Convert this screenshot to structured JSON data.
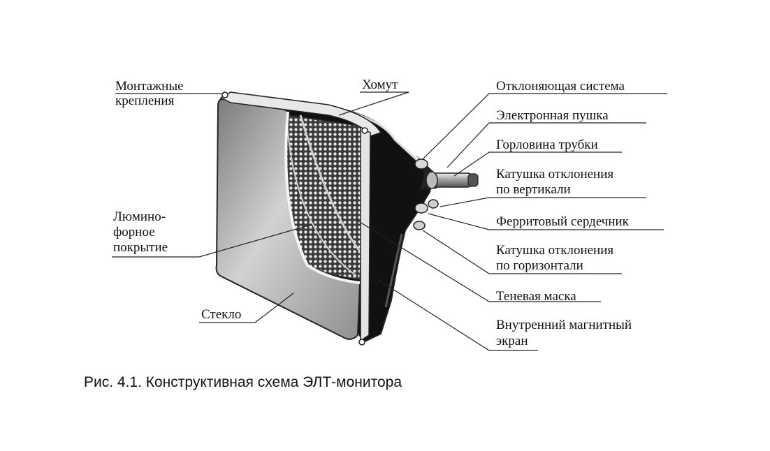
{
  "labels": {
    "mounting": [
      "Монтажные",
      "крепления"
    ],
    "clamp": "Хомут",
    "deflection_system": "Отклоняющая система",
    "electron_gun": "Электронная пушка",
    "tube_neck": "Горловина трубки",
    "vertical_coil": [
      "Катушка отклонения",
      "по вертикали"
    ],
    "ferrite_core": "Ферритовый сердечник",
    "horizontal_coil": [
      "Катушка отклонения",
      "по горизонтали"
    ],
    "shadow_mask": "Теневая маска",
    "magnetic_shield": [
      "Внутренний магнитный",
      "экран"
    ],
    "phosphor": [
      "Люмино-",
      "форное",
      "покрытие"
    ],
    "glass": "Стекло"
  },
  "caption": "Рис. 4.1. Конструктивная схема ЭЛТ-монитора"
}
